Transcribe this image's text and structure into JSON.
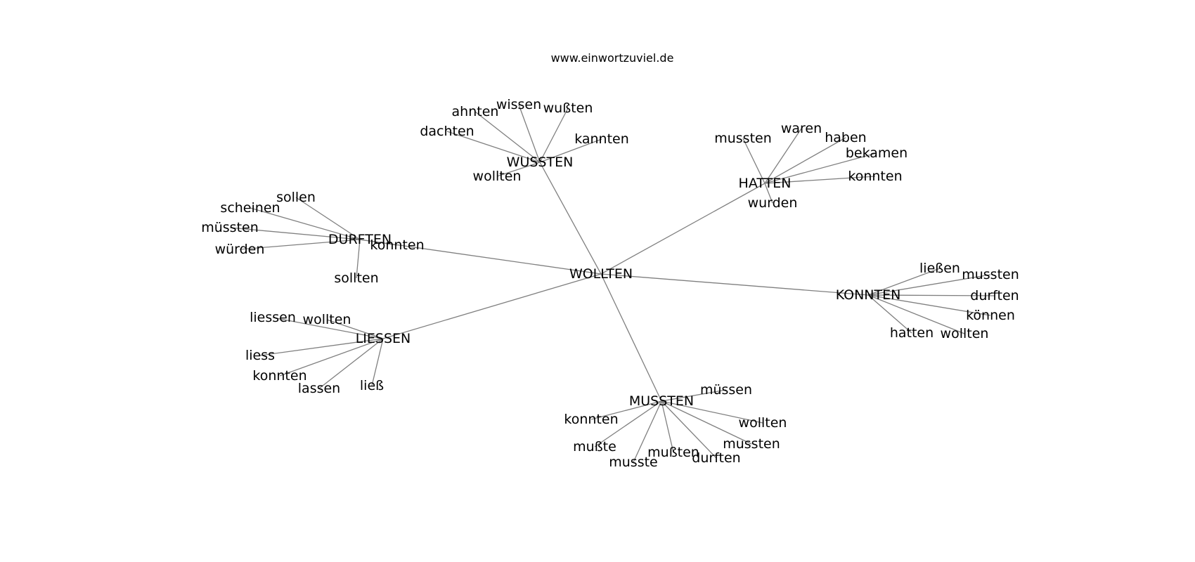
{
  "site": "www.einwortzuviel.de",
  "center": "WOLLTEN",
  "clusters": [
    {
      "hub": "WUSSTEN",
      "leaves": [
        "wissen",
        "ahnten",
        "wußten",
        "dachten",
        "kannten",
        "wollten"
      ]
    },
    {
      "hub": "HATTEN",
      "leaves": [
        "mussten",
        "waren",
        "haben",
        "bekamen",
        "konnten",
        "wurden"
      ]
    },
    {
      "hub": "DURFTEN",
      "leaves": [
        "sollen",
        "scheinen",
        "müssten",
        "würden",
        "konnten",
        "sollten"
      ]
    },
    {
      "hub": "KONNTEN",
      "leaves": [
        "ließen",
        "mussten",
        "durften",
        "können",
        "hatten",
        "wollten"
      ]
    },
    {
      "hub": "LIESSEN",
      "leaves": [
        "liessen",
        "wollten",
        "liess",
        "konnten",
        "lassen",
        "ließ"
      ]
    },
    {
      "hub": "MUSSTEN",
      "leaves": [
        "müssen",
        "konnten",
        "wollten",
        "mussten",
        "mußte",
        "musste",
        "mußten",
        "durften"
      ]
    }
  ]
}
